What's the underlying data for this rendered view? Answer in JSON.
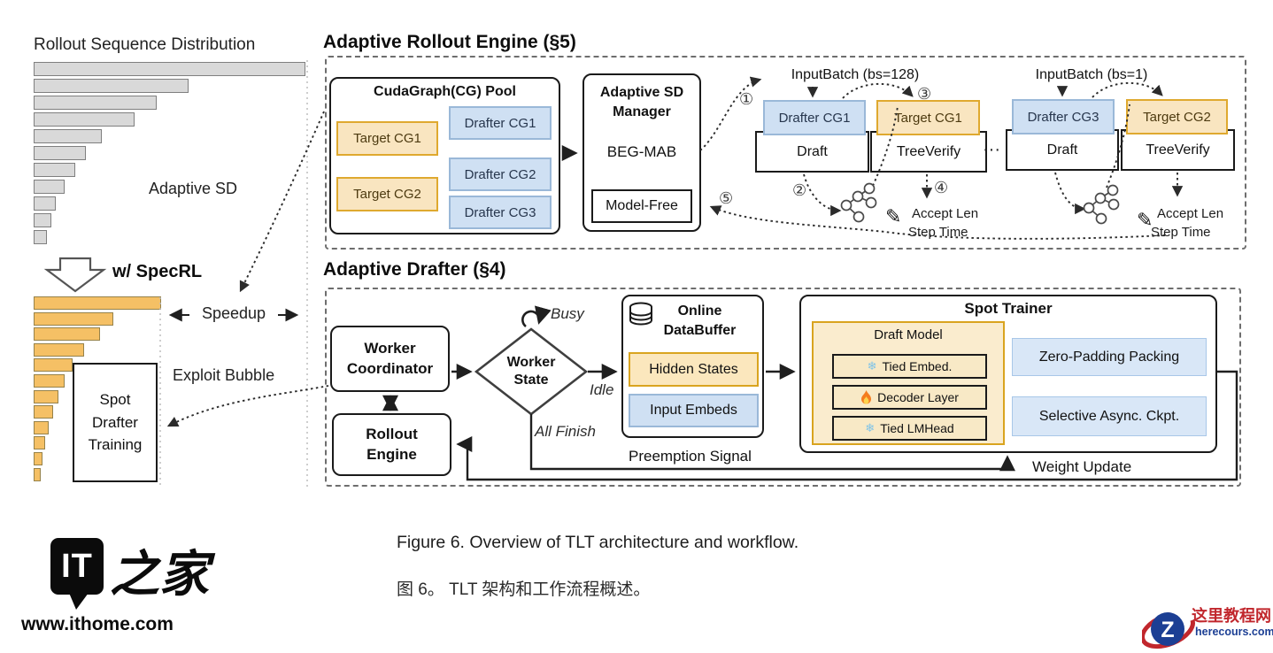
{
  "dist": {
    "title": "Rollout Sequence Distribution",
    "adaptive_sd": "Adaptive SD",
    "specrl": "w/ SpecRL",
    "speedup": "Speedup",
    "exploit_bubble": "Exploit Bubble",
    "spot_box": "Spot\nDrafter\nTraining",
    "gray_bars": [
      307,
      175,
      139,
      114,
      77,
      59,
      47,
      35,
      25,
      20,
      15
    ],
    "orange_bars": [
      144,
      90,
      75,
      57,
      44,
      35,
      28,
      22,
      17,
      13,
      10,
      8
    ]
  },
  "engine": {
    "header": "Adaptive Rollout Engine (§5)",
    "pool_title": "CudaGraph(CG) Pool",
    "target_cg1": "Target CG1",
    "target_cg2": "Target CG2",
    "drafter_cg1": "Drafter CG1",
    "drafter_cg2": "Drafter CG2",
    "drafter_cg3": "Drafter CG3",
    "manager_title": "Adaptive SD\nManager",
    "manager_algo": "BEG-MAB",
    "manager_mode": "Model-Free",
    "input_batch_1": "InputBatch (bs=128)",
    "input_batch_2": "InputBatch  (bs=1)",
    "g1_drafter": "Drafter CG1",
    "g1_target": "Target CG1",
    "g1_draft": "Draft",
    "g1_verify": "TreeVerify",
    "g2_drafter": "Drafter CG3",
    "g2_target": "Target CG2",
    "g2_draft": "Draft",
    "g2_verify": "TreeVerify",
    "accept_len": "Accept Len",
    "step_time": "Step Time",
    "ellipsis": "···",
    "step1": "①",
    "step2": "②",
    "step3": "③",
    "step4": "④",
    "step5": "⑤",
    "pencil": "✎"
  },
  "drafter": {
    "header": "Adaptive Drafter (§4)",
    "worker_coordinator": "Worker\nCoordinator",
    "rollout_engine": "Rollout\nEngine",
    "worker_state": "Worker\nState",
    "busy": "Busy",
    "idle": "Idle",
    "all_finish": "All Finish",
    "db_title": "Online\nDataBuffer",
    "hidden_states": "Hidden States",
    "input_embeds": "Input Embeds",
    "preemption": "Preemption Signal",
    "trainer_title": "Spot Trainer",
    "draft_model": "Draft Model",
    "tied_embed": "Tied Embed.",
    "decoder_layer": "Decoder Layer",
    "tied_lmhead": "Tied LMHead",
    "zero_padding": "Zero-Padding Packing",
    "selective_ckpt": "Selective Async. Ckpt.",
    "weight_update": "Weight Update",
    "snow": "❄"
  },
  "caption": {
    "en": "Figure 6. Overview of TLT architecture and workflow.",
    "zh": "图 6。  TLT 架构和工作流程概述。"
  },
  "ithome": {
    "it": "IT",
    "zhijia": "之家",
    "url": "www.ithome.com"
  },
  "herecours": {
    "name": "这里教程网",
    "domain": "herecours.com",
    "initial": "Z"
  },
  "colors": {
    "target_fill": "#f9e5c0",
    "target_border": "#dfa92f",
    "drafter_fill": "#cfe0f3",
    "drafter_border": "#9ab8d8",
    "bar_gray": "#d9d9d9",
    "bar_orange": "#f5c065",
    "logo_red": "#c1272d",
    "logo_blue": "#1c3f94"
  }
}
